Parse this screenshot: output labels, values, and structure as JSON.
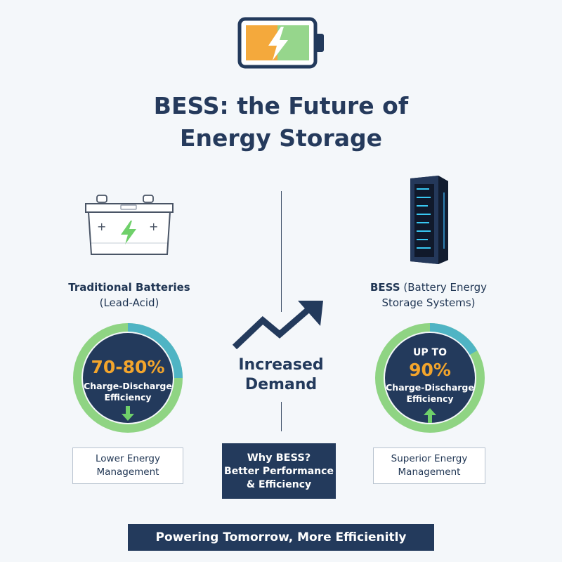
{
  "header": {
    "title_line1": "BESS: the Future of",
    "title_line2": "Energy Storage"
  },
  "left": {
    "label_line1": "Traditional Batteries",
    "label_line2": "(Lead-Acid)",
    "gauge": {
      "value_text": "70-80%",
      "caption_line1": "Charge-Discharge",
      "caption_line2": "Efficiency",
      "trend": "down",
      "fill_fraction": 0.75
    },
    "note_line1": "Lower Energy",
    "note_line2": "Management"
  },
  "right": {
    "label_line1_bold": "BESS",
    "label_line1_rest": " (Battery Energy",
    "label_line2": "Storage Systems)",
    "gauge": {
      "prefix": "UP TO",
      "value_text": "90%",
      "caption_line1": "Charge-Discharge",
      "caption_line2": "Efficiency",
      "trend": "up",
      "fill_fraction": 0.9
    },
    "note_line1": "Superior Energy",
    "note_line2": "Management"
  },
  "center": {
    "demand_line1": "Increased",
    "demand_line2": "Demand",
    "why_line1": "Why BESS?",
    "why_line2": "Better Performance",
    "why_line3": "& Efficiency"
  },
  "footer": {
    "text": "Powering Tomorrow, More Efficienitly"
  },
  "colors": {
    "navy": "#233a5c",
    "green": "#8fd483",
    "teal": "#4fb4c4",
    "orange": "#f3a52c"
  },
  "icons": {
    "top": "battery-charging-icon",
    "left": "car-battery-icon",
    "right": "server-rack-icon",
    "center": "trend-up-arrow-icon"
  }
}
